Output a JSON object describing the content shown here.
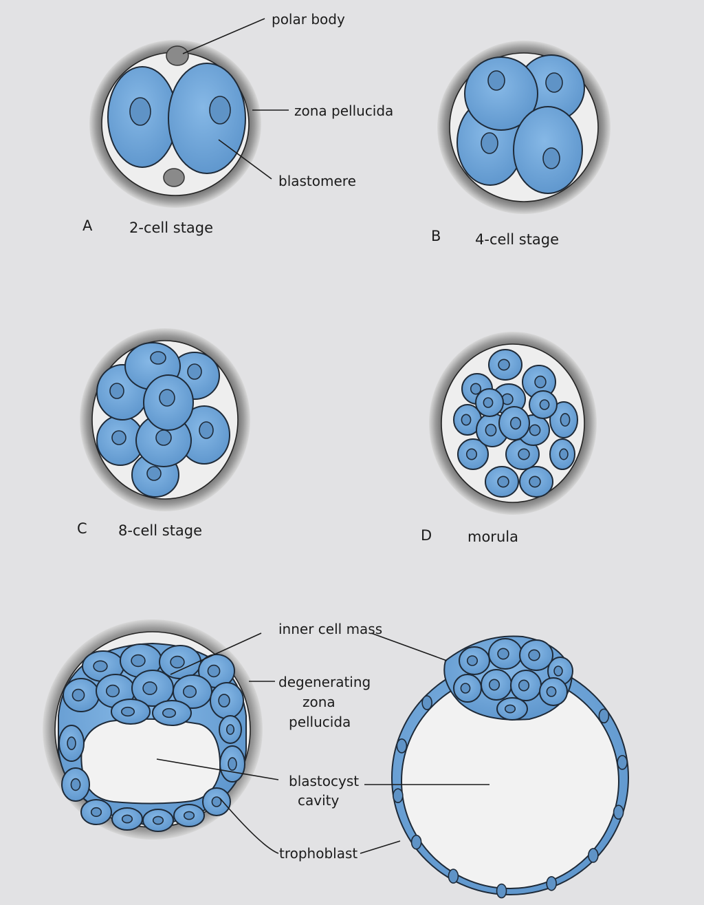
{
  "labels": {
    "polar_body": "polar body",
    "zona_pellucida": "zona pellucida",
    "blastomere": "blastomere",
    "inner_cell_mass": "inner cell mass",
    "degenerating_1": "degenerating",
    "degenerating_2": "zona",
    "degenerating_3": "pellucida",
    "blastocyst_1": "blastocyst",
    "blastocyst_2": "cavity",
    "trophoblast": "trophoblast"
  },
  "panels": {
    "a": {
      "letter": "A",
      "caption": "2-cell stage"
    },
    "b": {
      "letter": "B",
      "caption": "4-cell stage"
    },
    "c": {
      "letter": "C",
      "caption": "8-cell stage"
    },
    "d": {
      "letter": "D",
      "caption": "morula"
    }
  },
  "colors": {
    "cell": "#6fa6db",
    "nucleus": "#5f93c6",
    "outline": "#1e2a38",
    "zona": "#8c8c8c",
    "background": "#e2e2e4"
  }
}
